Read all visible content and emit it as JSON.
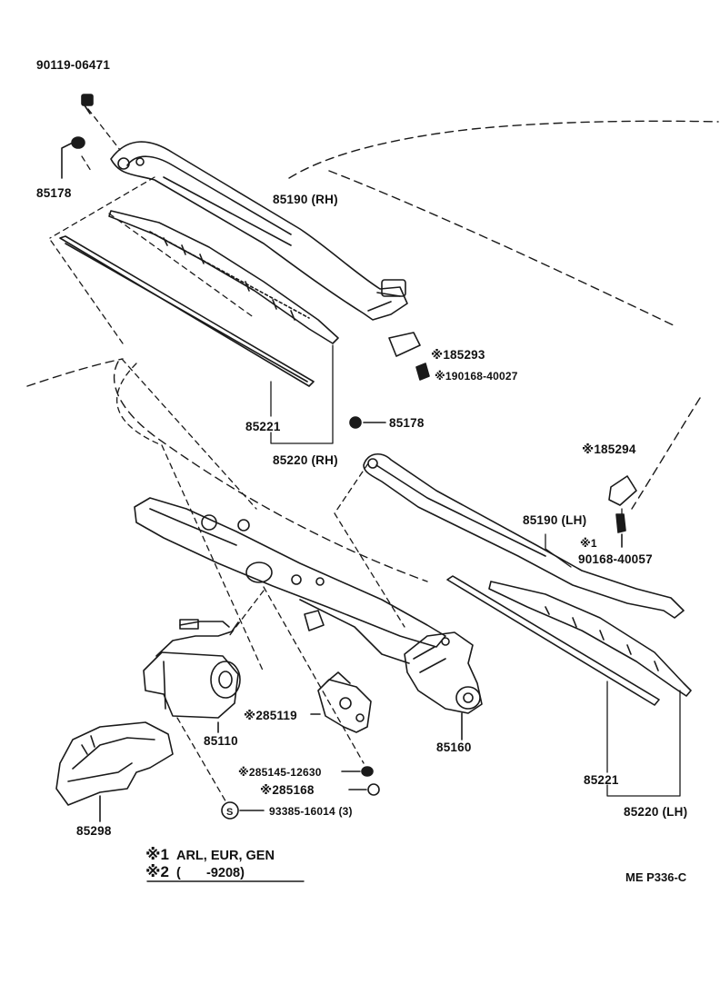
{
  "colors": {
    "line": "#1a1a1a",
    "background": "#ffffff"
  },
  "labels": {
    "bolt_top": "90119-06471",
    "cap_top": "85178",
    "arm_rh": "85190 (RH)",
    "cover_rh": "※185293",
    "screw_rh": "※190168-40027",
    "refill_rh": "85221",
    "blade_rh": "85220 (RH)",
    "cap_mid": "85178",
    "cover_lh": "※185294",
    "arm_lh": "85190 (LH)",
    "screw_lh_mark": "※1",
    "screw_lh": "90168-40057",
    "motor": "85110",
    "bracket": "※285119",
    "link": "85160",
    "washer": "※285145-12630",
    "nut": "※285168",
    "bolt_bottom": "93385-16014 (3)",
    "cover_bottom": "85298",
    "refill_lh": "85221",
    "blade_lh": "85220 (LH)"
  },
  "notes": [
    {
      "mark": "※1",
      "text": "ARL, EUR, GEN"
    },
    {
      "mark": "※2",
      "text": "(       -9208)"
    }
  ],
  "reference": "ME P336-C"
}
